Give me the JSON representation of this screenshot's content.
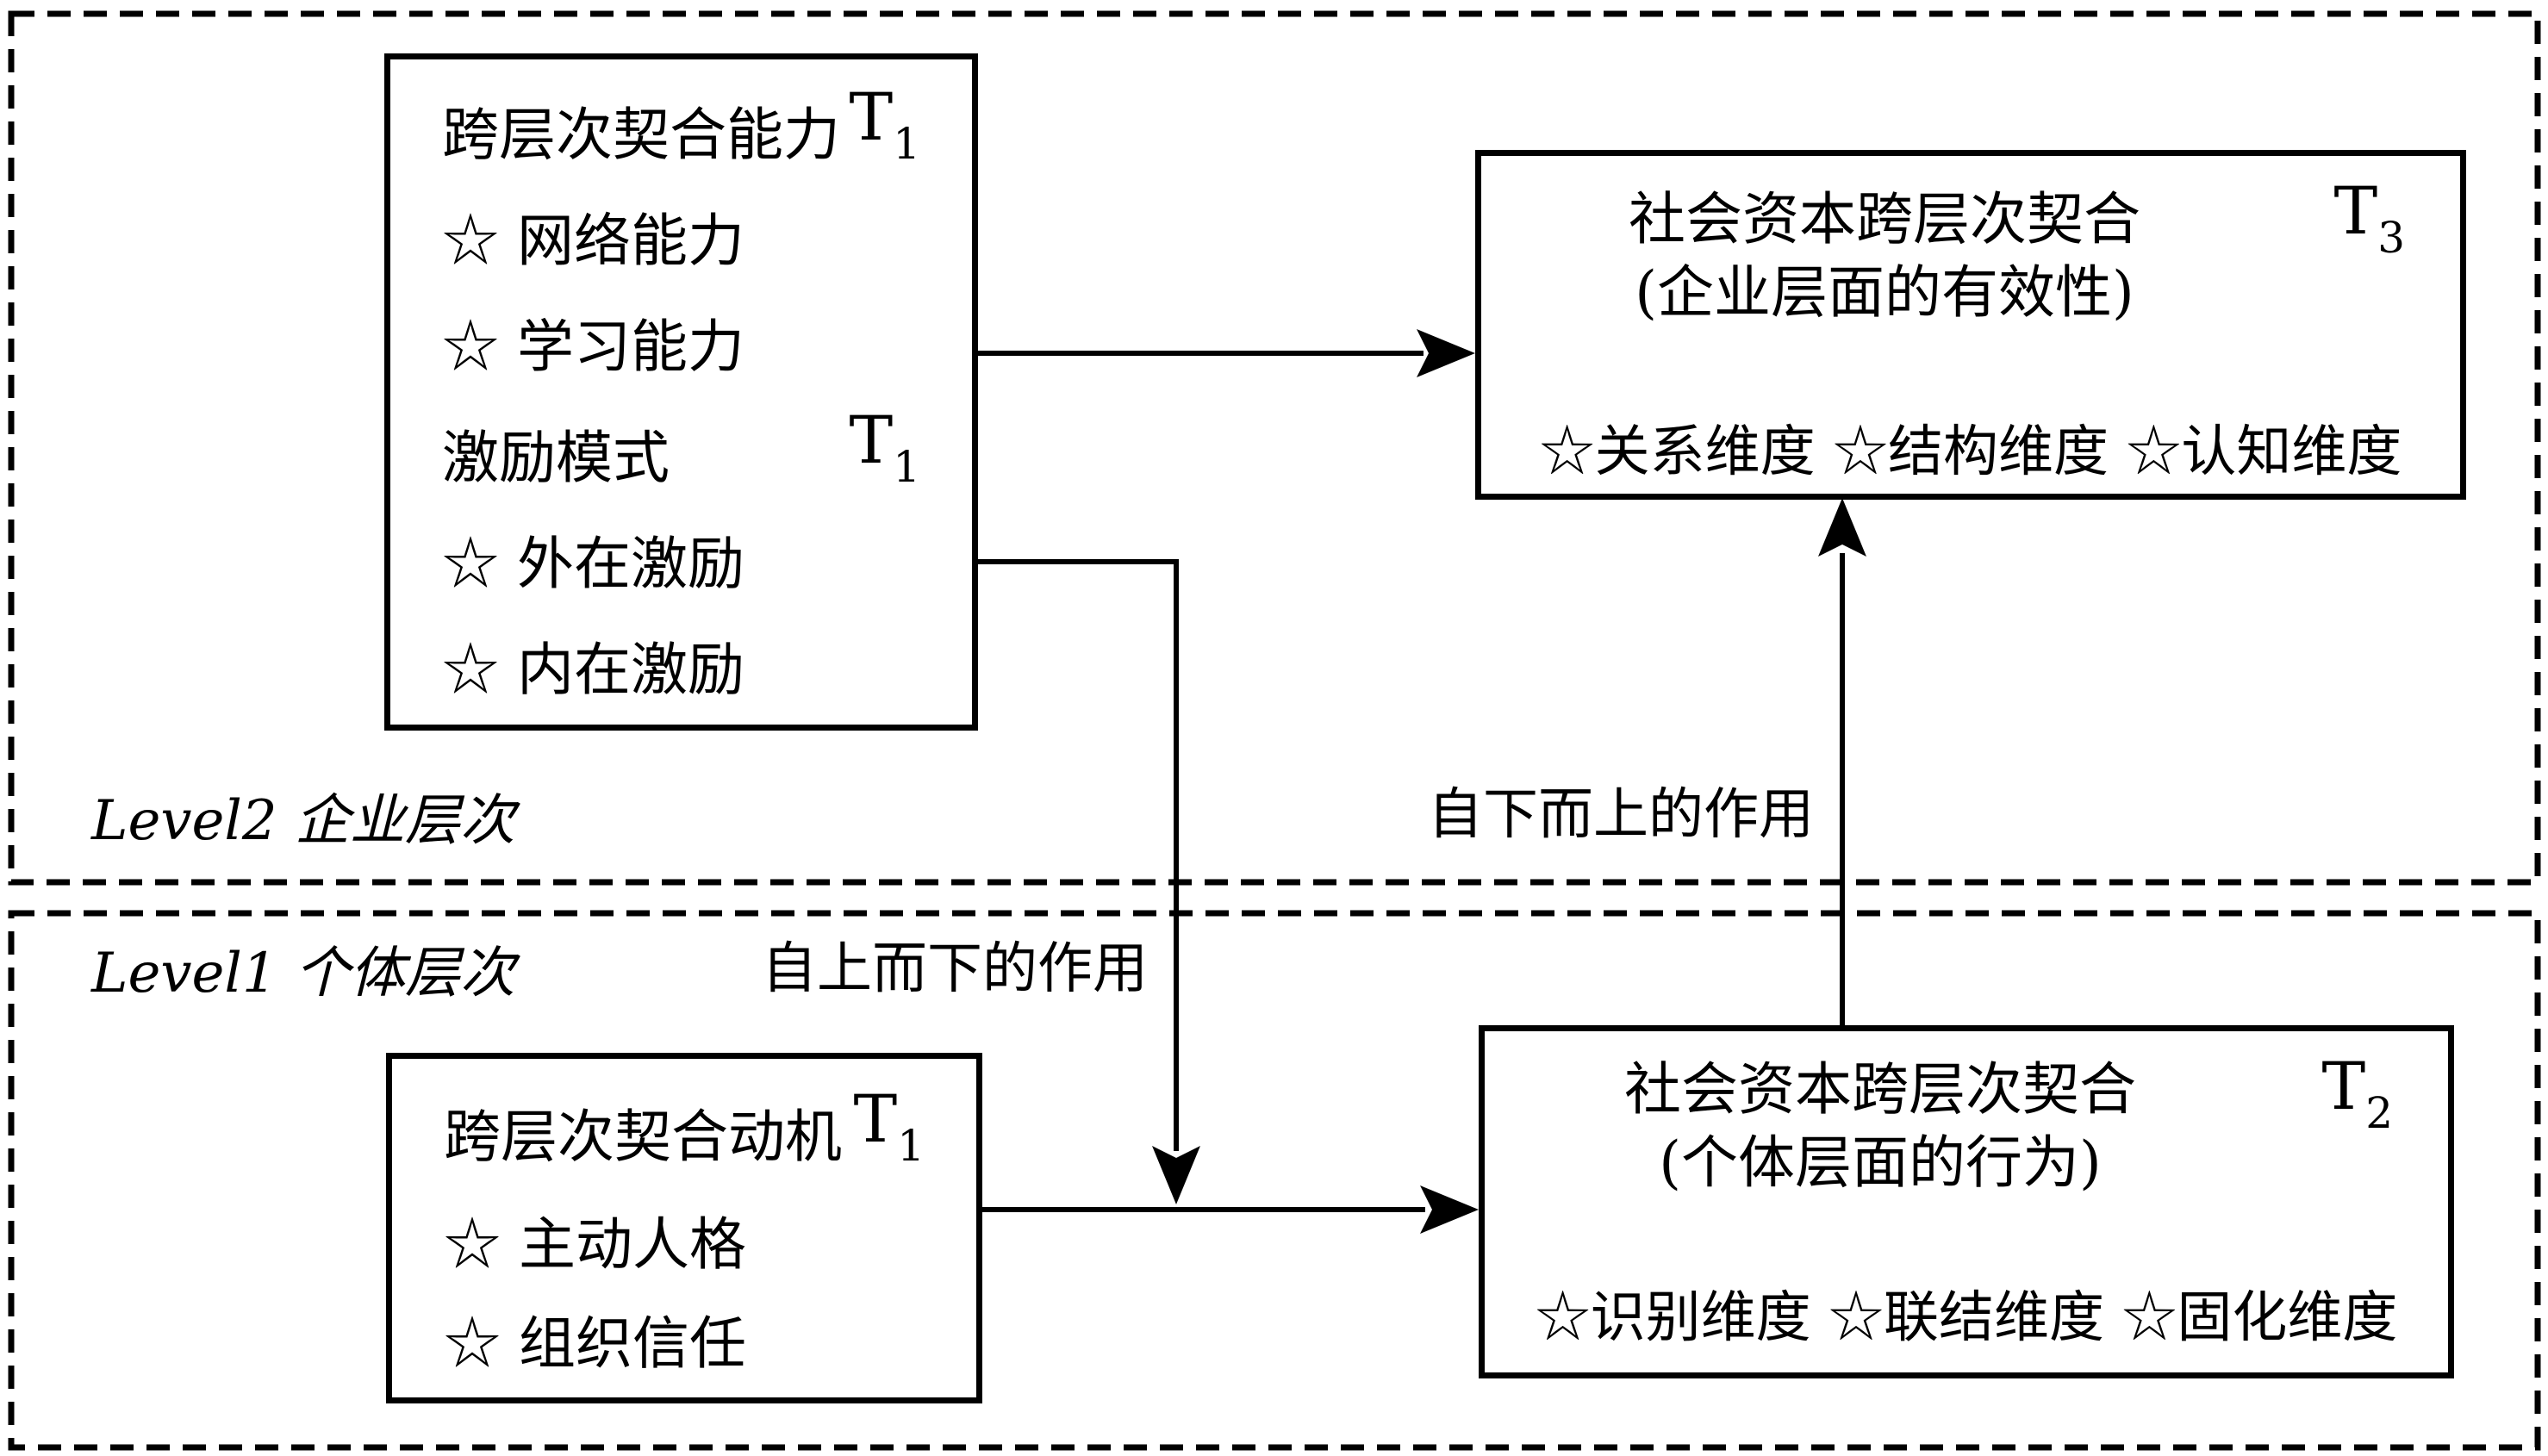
{
  "diagram": {
    "colors": {
      "ink": "#000000",
      "background": "#ffffff"
    },
    "levels": [
      {
        "id": "level2",
        "label": "Level2 企业层次"
      },
      {
        "id": "level1",
        "label": "Level1 个体层次"
      }
    ],
    "arrow_labels": {
      "bottom_up": "自下而上的作用",
      "top_down": "自上而下的作用"
    },
    "boxes": {
      "capability": {
        "sections": [
          {
            "title": "跨层次契合能力",
            "time": "T",
            "time_sub": "1",
            "items": [
              "☆ 网络能力",
              "☆ 学习能力"
            ]
          },
          {
            "title": "激励模式",
            "time": "T",
            "time_sub": "1",
            "items": [
              "☆ 外在激励",
              "☆ 内在激励"
            ]
          }
        ]
      },
      "motivation": {
        "title": "跨层次契合动机",
        "time": "T",
        "time_sub": "1",
        "items": [
          "☆ 主动人格",
          "☆ 组织信任"
        ]
      },
      "firm_fit": {
        "title": "社会资本跨层次契合",
        "subtitle": "(企业层面的有效性)",
        "time": "T",
        "time_sub": "3",
        "dimensions": "☆关系维度 ☆结构维度 ☆认知维度"
      },
      "individual_fit": {
        "title": "社会资本跨层次契合",
        "subtitle": "(个体层面的行为)",
        "time": "T",
        "time_sub": "2",
        "dimensions": "☆识别维度 ☆联结维度 ☆固化维度"
      }
    }
  }
}
